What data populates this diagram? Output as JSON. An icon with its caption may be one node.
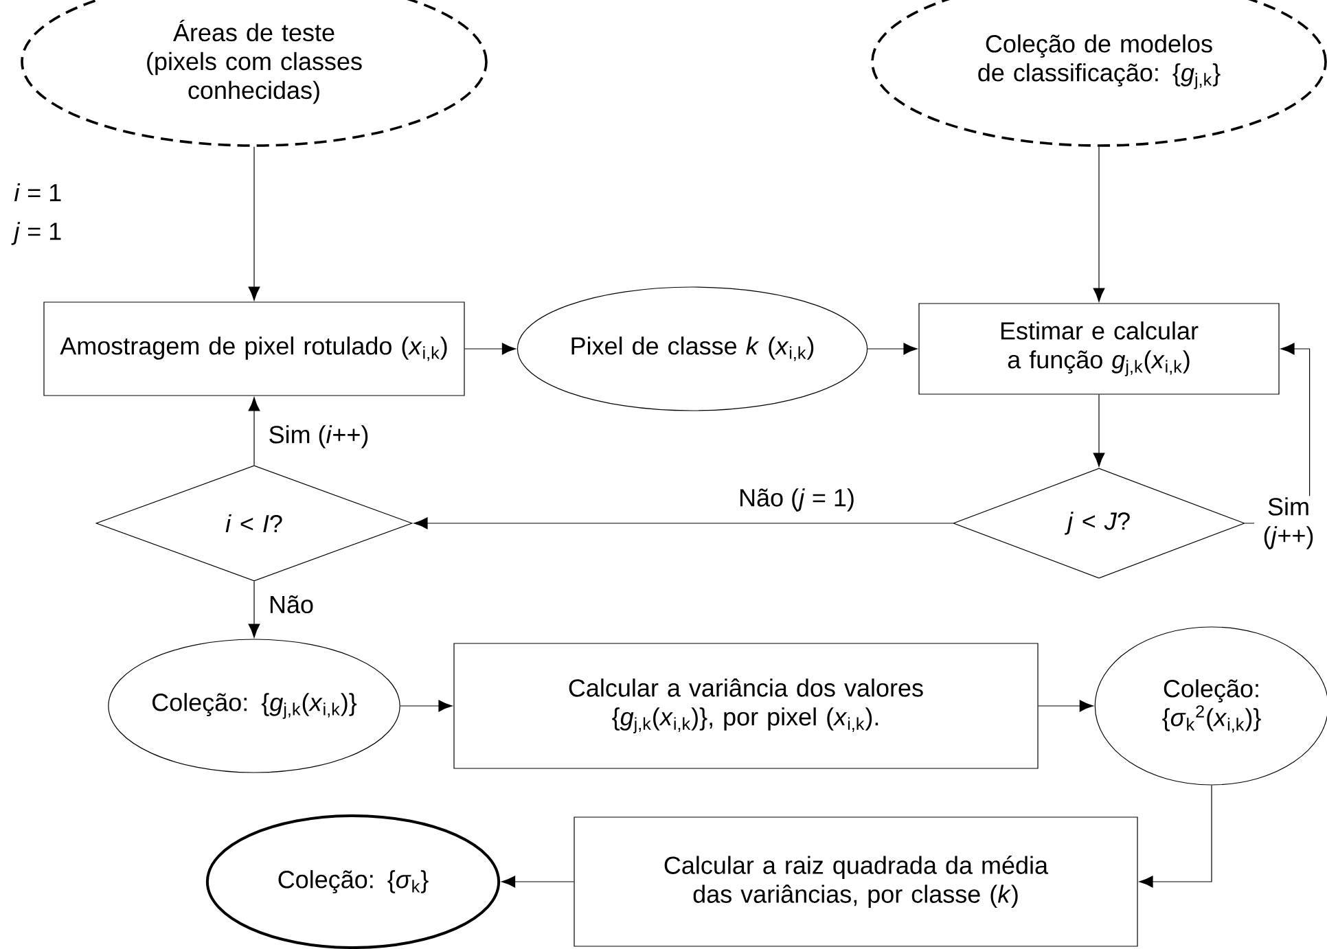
{
  "diagram": {
    "nodes": [
      {
        "text": [
          "Áreas de teste (pixels com classes conhecidas)"
        ]
      },
      {
        "text": [
          "Coleção de modelos de classificação: {*g*$_{j,k}$}"
        ]
      },
      {
        "text": [
          "Amostragem de pixel rotulado (*x*$_{i,k}$)"
        ]
      },
      {
        "text": [
          "Pixel de classe *k* (*x*$_{i,k}$)"
        ]
      },
      {
        "text": [
          "Estimar e calcular a função *g*$_{j,k}$(*x*$_{i,k}$)"
        ]
      },
      {
        "text": [
          "*i* < *I*?"
        ]
      },
      {
        "text": [
          "*j* < *J*?"
        ]
      },
      {
        "text": [
          "Coleção: {*g*$_{j,k}$(*x*$_{i,k}$)}"
        ]
      },
      {
        "text": [
          "Calcular a variância dos valores {*g*$_{j,k}$(*x*$_{i,k}$)}, por pixel (*x*$_{i,k}$)."
        ]
      },
      {
        "text": [
          "Coleção: {*σ*$_{k}$$^{2}$(*x*$_{i,k}$)}"
        ]
      },
      {
        "text": [
          "Calcular a raiz quadrada da média das variâncias, por classe (*k*)"
        ]
      },
      {
        "text": [
          "Coleção: {*σ*$_{k}$}"
        ]
      }
    ],
    "edges": [
      {
        "from": 0,
        "to": 2,
        "arrow": "to"
      },
      {
        "from": 1,
        "to": 4,
        "arrow": "to"
      },
      {
        "from": 2,
        "to": 3,
        "arrow": "to"
      },
      {
        "from": 3,
        "to": 4,
        "arrow": "to"
      },
      {
        "from": 4,
        "to": 6,
        "arrow": "to"
      },
      {
        "from": 6,
        "to": 5,
        "arrow": "to",
        "label": "Não (*j* = 1)"
      },
      {
        "from": 6,
        "to": 4,
        "arrow": "to",
        "label": "Sim (*j*++)"
      },
      {
        "from": 5,
        "to": 2,
        "arrow": "to",
        "label": "Sim (*i*++)"
      },
      {
        "from": 5,
        "to": 7,
        "arrow": "to",
        "label": "Não"
      },
      {
        "from": 7,
        "to": 8,
        "arrow": "to"
      },
      {
        "from": 8,
        "to": 9,
        "arrow": "to"
      },
      {
        "from": 9,
        "to": 10,
        "arrow": "to"
      },
      {
        "from": 10,
        "to": 11,
        "arrow": "to"
      }
    ],
    "labels": [
      "*i* = 1",
      "*j* = 1"
    ]
  }
}
